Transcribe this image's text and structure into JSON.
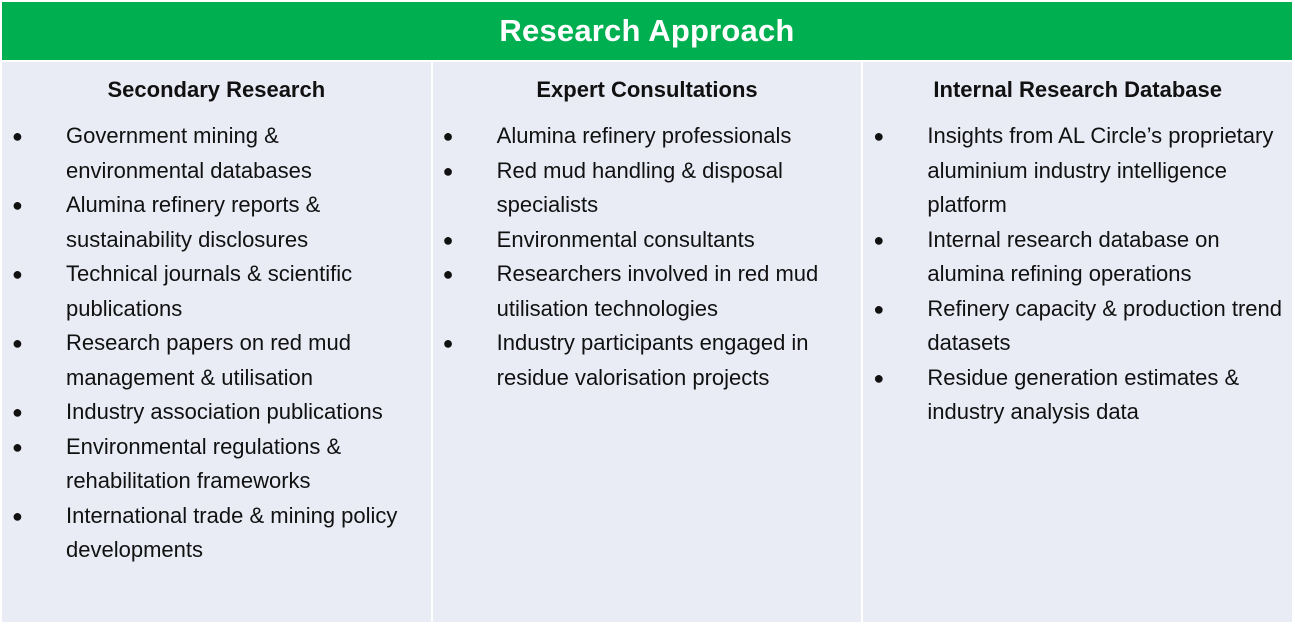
{
  "header": {
    "title": "Research Approach"
  },
  "columns": [
    {
      "title": "Secondary Research",
      "items": [
        "Government mining & environmental databases",
        "Alumina refinery reports & sustainability disclosures",
        "Technical journals & scientific publications",
        "Research papers on red mud management & utilisation",
        "Industry association publications",
        "Environmental regulations & rehabilitation frameworks",
        "International trade & mining policy developments"
      ]
    },
    {
      "title": "Expert Consultations",
      "items": [
        "Alumina refinery professionals",
        "Red mud handling & disposal specialists",
        "Environmental consultants",
        "Researchers involved in red mud utilisation technologies",
        "Industry participants engaged in residue valorisation projects"
      ]
    },
    {
      "title": "Internal Research Database",
      "items": [
        "Insights from AL Circle’s proprietary aluminium industry intelligence platform",
        "Internal research database on alumina refining operations",
        "Refinery capacity & production trend datasets",
        "Residue generation estimates & industry analysis data"
      ]
    }
  ],
  "bullet_glyph": "●",
  "colors": {
    "header_bg": "#00b050",
    "cell_bg": "#e9ebf5"
  }
}
